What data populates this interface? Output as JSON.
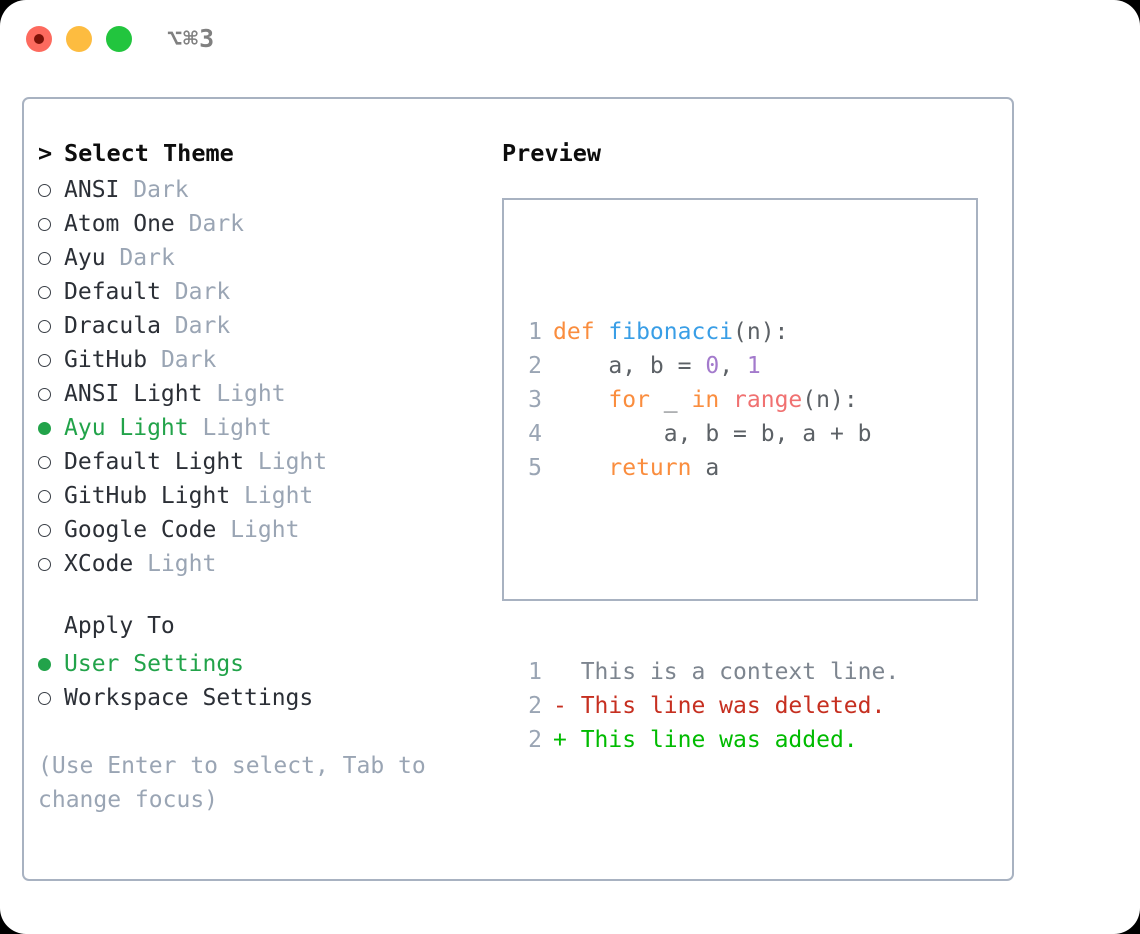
{
  "titlebar": {
    "shortcut": "⌥⌘3",
    "buttons": {
      "close": "close-button",
      "minimize": "minimize-button",
      "maximize": "maximize-button"
    }
  },
  "left": {
    "heading_prompt": ">",
    "heading": "Select Theme",
    "themes": [
      {
        "marker": "hollow",
        "name": "ANSI",
        "tag": "Dark",
        "selected": false
      },
      {
        "marker": "hollow",
        "name": "Atom One",
        "tag": "Dark",
        "selected": false
      },
      {
        "marker": "hollow",
        "name": "Ayu",
        "tag": "Dark",
        "selected": false
      },
      {
        "marker": "hollow",
        "name": "Default",
        "tag": "Dark",
        "selected": false
      },
      {
        "marker": "hollow",
        "name": "Dracula",
        "tag": "Dark",
        "selected": false
      },
      {
        "marker": "hollow",
        "name": "GitHub",
        "tag": "Dark",
        "selected": false
      },
      {
        "marker": "hollow",
        "name": "ANSI Light",
        "tag": "Light",
        "selected": false
      },
      {
        "marker": "filled",
        "name": "Ayu Light",
        "tag": "Light",
        "selected": true
      },
      {
        "marker": "hollow",
        "name": "Default Light",
        "tag": "Light",
        "selected": false
      },
      {
        "marker": "hollow",
        "name": "GitHub Light",
        "tag": "Light",
        "selected": false
      },
      {
        "marker": "hollow",
        "name": "Google Code",
        "tag": "Light",
        "selected": false
      },
      {
        "marker": "hollow",
        "name": "XCode",
        "tag": "Light",
        "selected": false
      }
    ],
    "apply_to_heading": "Apply To",
    "apply_to": [
      {
        "marker": "filled",
        "name": "User Settings",
        "selected": true
      },
      {
        "marker": "hollow",
        "name": "Workspace Settings",
        "selected": false
      }
    ],
    "hint": "(Use Enter to select, Tab to change focus)"
  },
  "right": {
    "preview_title": "Preview",
    "code_lines": [
      {
        "num": "1",
        "segments": [
          {
            "text": "def ",
            "cls": "tok-kw"
          },
          {
            "text": "fibonacci",
            "cls": "tok-fn"
          },
          {
            "text": "(n):",
            "cls": "tok-txt"
          }
        ]
      },
      {
        "num": "2",
        "segments": [
          {
            "text": "    a, b = ",
            "cls": "tok-txt"
          },
          {
            "text": "0",
            "cls": "tok-num"
          },
          {
            "text": ", ",
            "cls": "tok-txt"
          },
          {
            "text": "1",
            "cls": "tok-num"
          }
        ]
      },
      {
        "num": "3",
        "segments": [
          {
            "text": "    ",
            "cls": "tok-txt"
          },
          {
            "text": "for",
            "cls": "tok-kw"
          },
          {
            "text": " _ ",
            "cls": "tok-txt"
          },
          {
            "text": "in",
            "cls": "tok-kw"
          },
          {
            "text": " ",
            "cls": "tok-txt"
          },
          {
            "text": "range",
            "cls": "tok-call"
          },
          {
            "text": "(n):",
            "cls": "tok-txt"
          }
        ]
      },
      {
        "num": "4",
        "segments": [
          {
            "text": "        a, b = b, a + b",
            "cls": "tok-txt"
          }
        ]
      },
      {
        "num": "5",
        "segments": [
          {
            "text": "    ",
            "cls": "tok-txt"
          },
          {
            "text": "return",
            "cls": "tok-kw"
          },
          {
            "text": " a",
            "cls": "tok-txt"
          }
        ]
      }
    ],
    "diff_lines": [
      {
        "num": "1",
        "prefix": "  ",
        "text": "This is a context line.",
        "cls": "diff-ctx"
      },
      {
        "num": "2",
        "prefix": "- ",
        "text": "This line was deleted.",
        "cls": "diff-del"
      },
      {
        "num": "2",
        "prefix": "+ ",
        "text": "This line was added.",
        "cls": "diff-add"
      }
    ]
  },
  "colors": {
    "accent_green": "#22a34a",
    "muted": "#9aa5b4",
    "border": "#a8b2c1",
    "keyword": "#fa8d3e",
    "function": "#399ee6",
    "number": "#a37acc",
    "call": "#f07171",
    "diff_add": "#00bb00",
    "diff_del": "#c62f20"
  }
}
